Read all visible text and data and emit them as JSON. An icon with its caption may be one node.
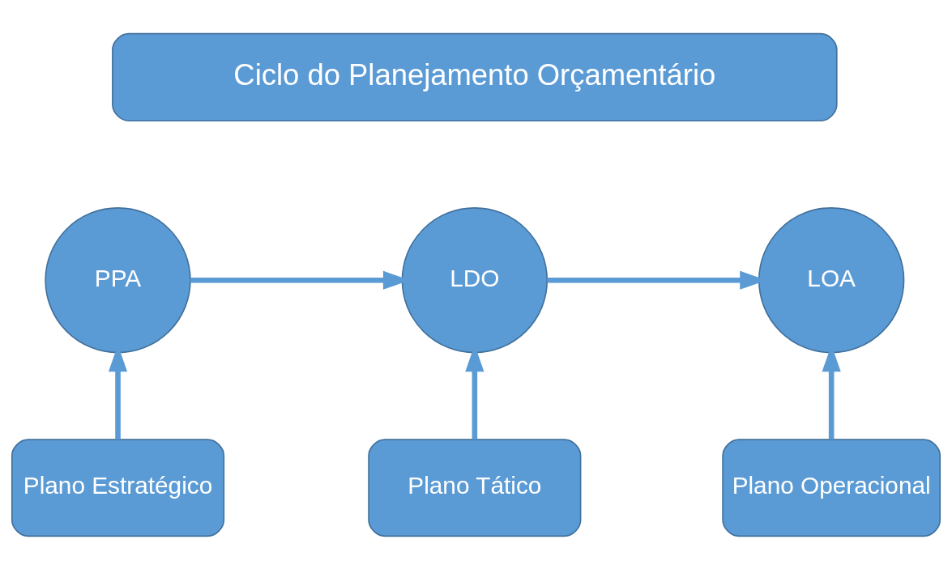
{
  "diagram": {
    "nodes": [
      {
        "text": [
          "Ciclo do Planejamento Orçamentário"
        ]
      },
      {
        "text": [
          "PPA"
        ]
      },
      {
        "text": [
          "LDO"
        ]
      },
      {
        "text": [
          "LOA"
        ]
      },
      {
        "text": [
          "Plano Estratégico"
        ]
      },
      {
        "text": [
          "Plano Tático"
        ]
      },
      {
        "text": [
          "Plano Operacional"
        ]
      }
    ],
    "edges": [
      {
        "from": 1,
        "to": 2,
        "arrow": "to"
      },
      {
        "from": 2,
        "to": 3,
        "arrow": "to"
      },
      {
        "from": 4,
        "to": 1,
        "arrow": "to"
      },
      {
        "from": 5,
        "to": 2,
        "arrow": "to"
      },
      {
        "from": 6,
        "to": 3,
        "arrow": "to"
      }
    ]
  }
}
